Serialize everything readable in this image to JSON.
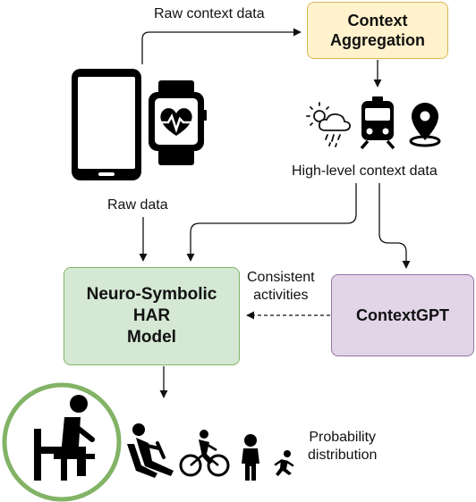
{
  "diagram": {
    "edge_labels": {
      "raw_context_data": "Raw context data",
      "high_level_context_data": "High-level context data",
      "raw_data": "Raw data",
      "consistent_activities_line1": "Consistent",
      "consistent_activities_line2": "activities",
      "probability_line1": "Probability",
      "probability_line2": "distribution"
    },
    "nodes": {
      "context_aggregation": {
        "line1": "Context",
        "line2": "Aggregation",
        "fill": "#fff2cc",
        "stroke": "#d6b656"
      },
      "har_model": {
        "line1": "Neuro-Symbolic",
        "line2": "HAR",
        "line3": "Model",
        "fill": "#d5e8d4",
        "stroke": "#82b366"
      },
      "contextgpt": {
        "line1": "ContextGPT",
        "fill": "#e1d5e7",
        "stroke": "#9673a6"
      }
    },
    "icons": {
      "devices": [
        "smartphone-icon",
        "smartwatch-heart-icon"
      ],
      "context": [
        "weather-icon",
        "train-icon",
        "location-pin-icon"
      ],
      "activities": [
        "sitting-person-icon",
        "driving-person-icon",
        "cycling-person-icon",
        "standing-person-icon",
        "running-person-icon"
      ]
    },
    "highlight_color": "#82b366"
  }
}
